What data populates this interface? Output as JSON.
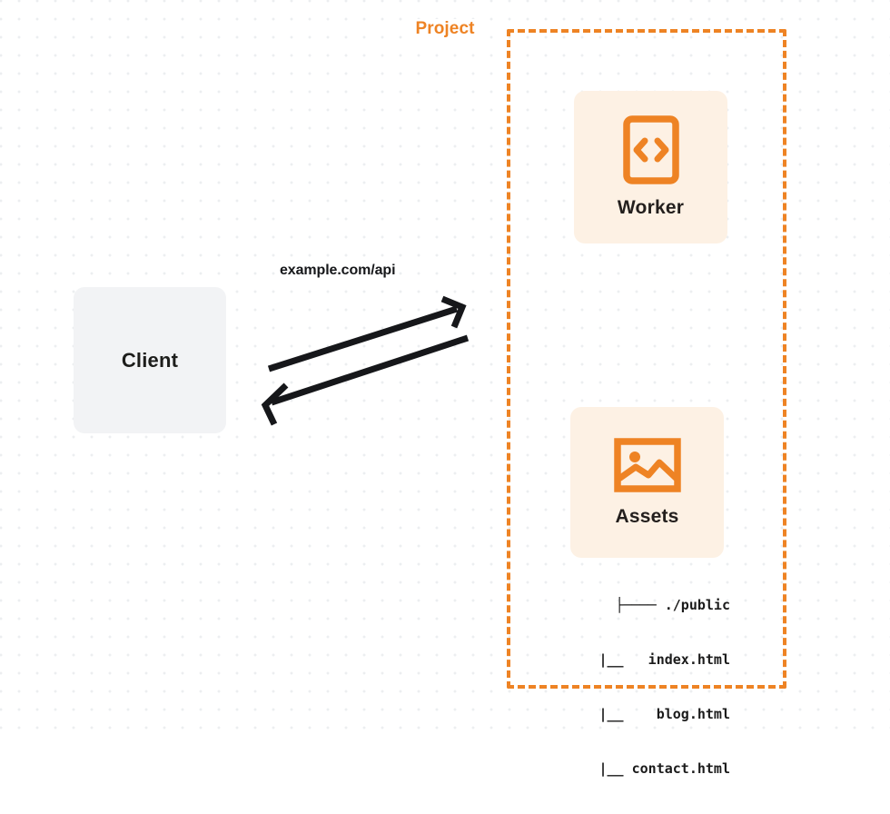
{
  "diagram": {
    "title": "Project architecture diagram",
    "background": "#ffffff",
    "dot_color": "#eceef0"
  },
  "colors": {
    "orange": "#ee8324",
    "card_background": "#fdf1e4",
    "client_background": "#f2f3f5",
    "text_dark": "#1d1d1b",
    "arrow": "#16171a"
  },
  "client": {
    "label": "Client"
  },
  "connection": {
    "label": "example.com/api",
    "request_direction": "client-to-worker",
    "response_direction": "worker-to-client"
  },
  "project": {
    "title": "Project",
    "services": [
      {
        "label": "Worker",
        "icon": "code-brackets-icon"
      },
      {
        "label": "Assets",
        "icon": "image-icon"
      }
    ],
    "file_tree": [
      "├──── ./public",
      "     |__   index.html",
      "     |__    blog.html",
      "     |__ contact.html"
    ]
  }
}
